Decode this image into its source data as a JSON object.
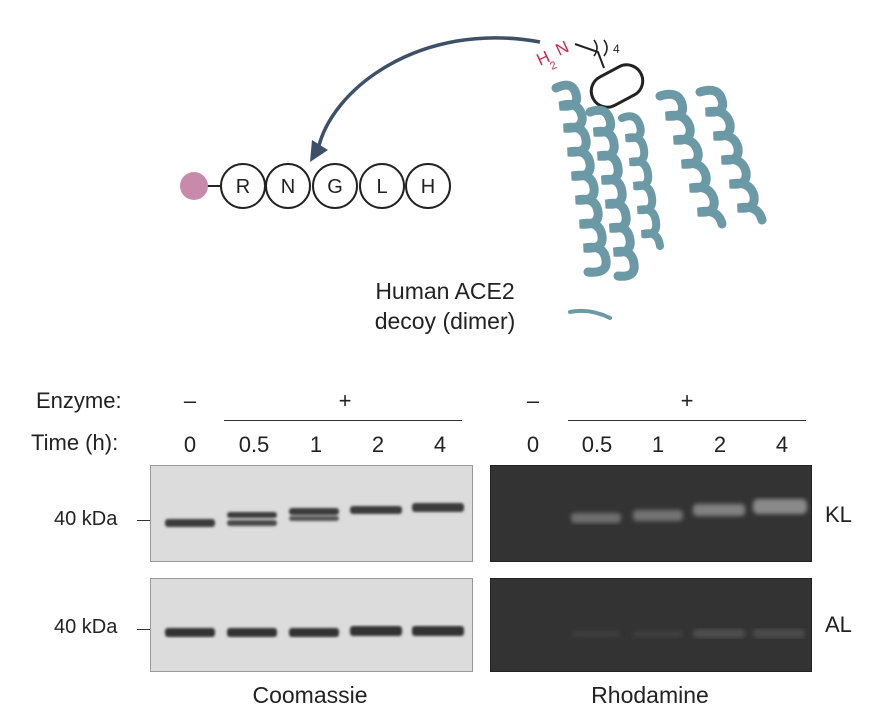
{
  "schematic": {
    "peptide_residues": [
      "R",
      "N",
      "G",
      "L",
      "H"
    ],
    "amine_label": "H2N",
    "amine_h": "H",
    "amine_sub": "2",
    "amine_n": "N",
    "repeat_subscript": "4",
    "protein_caption_line1": "Human ACE2",
    "protein_caption_line2": "decoy (dimer)",
    "colors": {
      "amine": "#d0284a",
      "arrow": "#3d5068",
      "helix": "#6b9aa6",
      "bead": "#c88aaa"
    }
  },
  "gel_panel": {
    "enzyme_row_label": "Enzyme:",
    "time_row_label": "Time (h):",
    "enzyme_minus": "–",
    "enzyme_plus": "+",
    "time_points": [
      "0",
      "0.5",
      "1",
      "2",
      "4"
    ],
    "mw_marker": "40 kDa",
    "row_labels": [
      "KL",
      "AL"
    ],
    "stains": [
      "Coomassie",
      "Rhodamine"
    ]
  }
}
